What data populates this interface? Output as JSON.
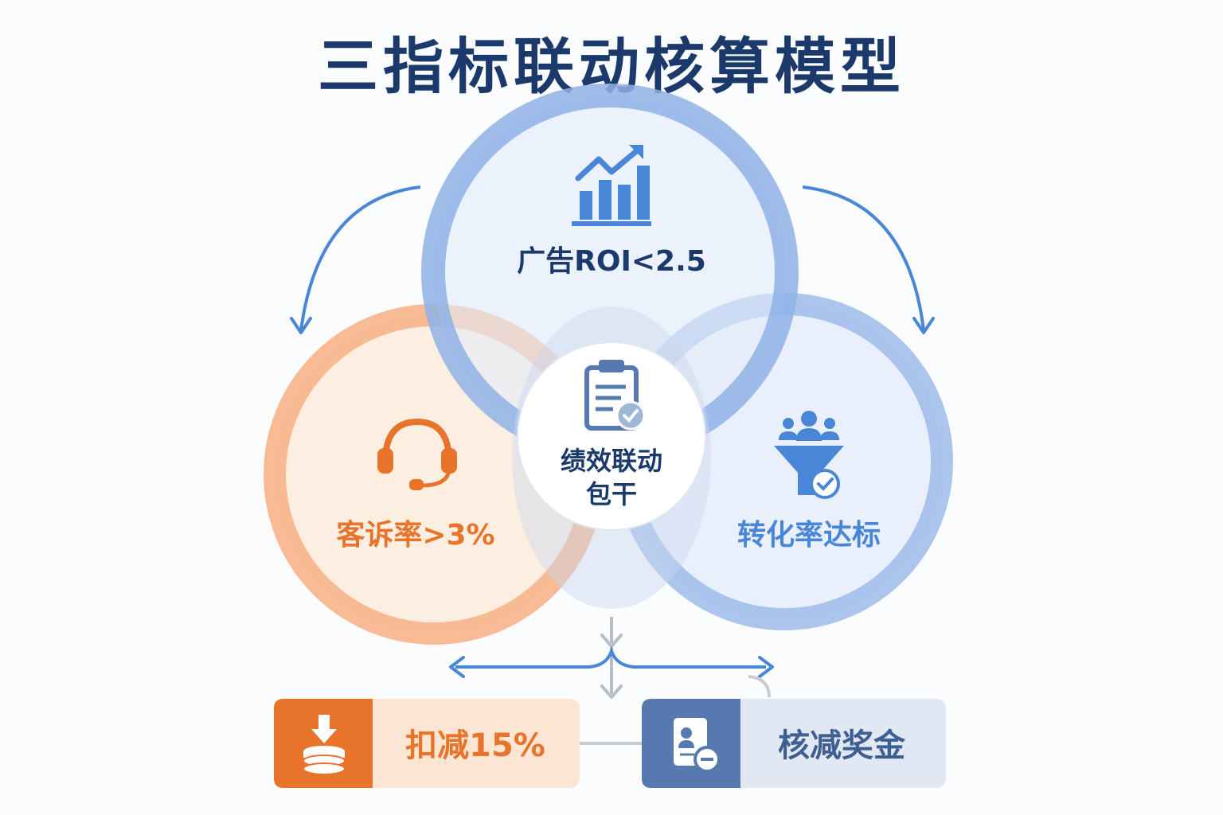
{
  "title": "三指标联动核算模型",
  "circles": {
    "top": {
      "label": "广告ROI<2.5",
      "icon": "bar-chart-trend-icon"
    },
    "left": {
      "label": "客诉率>3%",
      "icon": "headset-icon"
    },
    "right": {
      "label": "转化率达标",
      "icon": "funnel-users-icon"
    },
    "center": {
      "line1": "绩效联动",
      "line2": "包干",
      "icon": "clipboard-check-icon"
    }
  },
  "outcomes": {
    "left": {
      "label": "扣减15%",
      "icon": "download-coins-icon"
    },
    "right": {
      "label": "核减奖金",
      "icon": "person-card-minus-icon"
    }
  },
  "colors": {
    "title": "#1b3a6b",
    "blue": "#4a86d8",
    "blue_ring": "#8fb2e6",
    "orange": "#e8732a",
    "orange_ring": "#f7b48a",
    "navy_box": "#567ab0"
  }
}
